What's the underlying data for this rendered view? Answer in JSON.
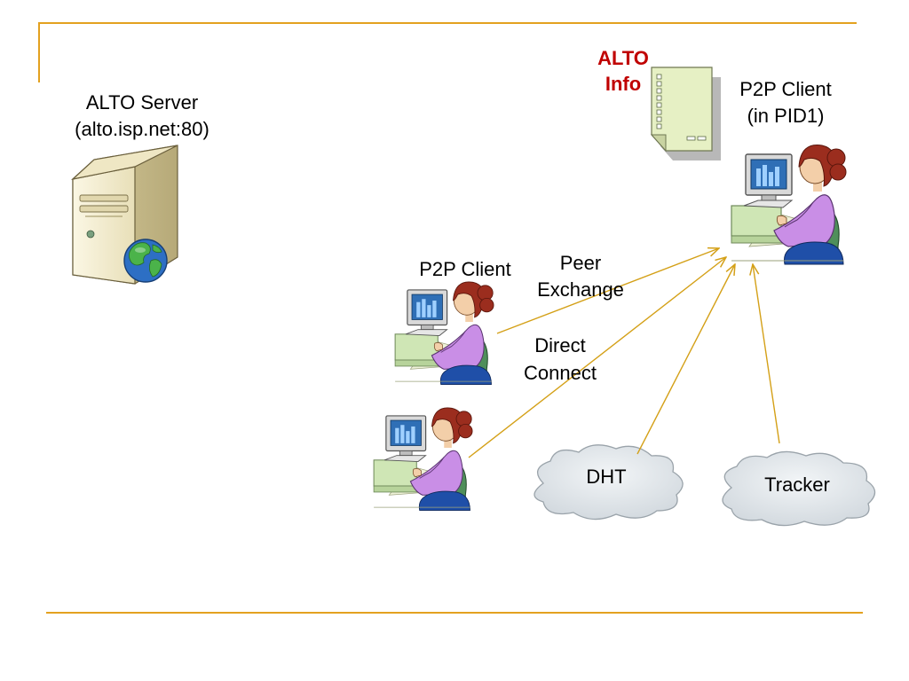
{
  "diagram": {
    "server": {
      "label_lines": [
        "ALTO Server",
        "(alto.isp.net:80)"
      ],
      "icon": "server-tower-with-globe-icon"
    },
    "alto_info": {
      "label_lines": [
        "ALTO",
        "Info"
      ],
      "icon": "document-icon"
    },
    "target_client": {
      "label_lines": [
        "P2P Client",
        "(in PID1)"
      ],
      "icon": "person-at-computer-icon"
    },
    "mid_client": {
      "label_lines": [
        "P2P Client"
      ],
      "icon": "person-at-computer-icon"
    },
    "lower_client": {
      "icon": "person-at-computer-icon"
    },
    "edges": {
      "peer_exchange": [
        "Peer",
        "Exchange"
      ],
      "direct_connect": [
        "Direct",
        "Connect"
      ]
    },
    "dht": {
      "label": "DHT",
      "icon": "cloud-icon"
    },
    "tracker": {
      "label": "Tracker",
      "icon": "cloud-icon"
    },
    "colors": {
      "accent_rule": "#e3a11f",
      "arrow": "#d4a017",
      "alto_info_text": "#c00000",
      "cloud_fill": "#dde3e8",
      "document_fill": "#e6f0c4"
    }
  }
}
